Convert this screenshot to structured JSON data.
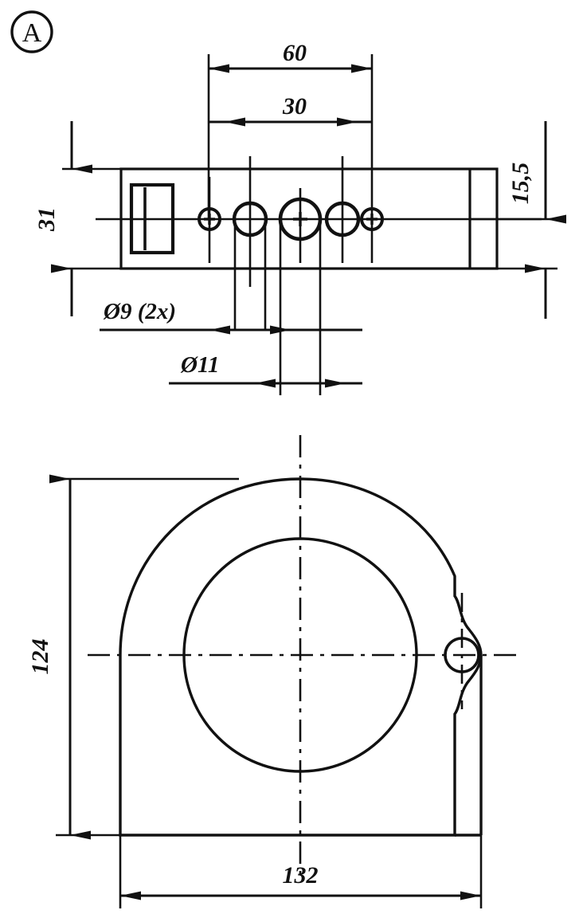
{
  "sheet": {
    "background_color": "#ffffff",
    "line_color": "#111111",
    "view_tag": "A",
    "units_note": ""
  },
  "views": {
    "top": {
      "name": "side-elevation-view",
      "dimensions": {
        "width_outer": "60",
        "width_inner": "30",
        "height_total": "31",
        "height_offset": "15,5"
      },
      "labels": {
        "hole_small": "Ø9 (2x)",
        "hole_large": "Ø11"
      }
    },
    "bottom": {
      "name": "front-plan-view",
      "dimensions": {
        "height": "124",
        "width": "132"
      }
    }
  },
  "chart_data": {
    "type": "table",
    "title": "Technical drawing dimensions",
    "categories": [
      "60",
      "30",
      "31",
      "15,5",
      "Ø9 (2x)",
      "Ø11",
      "124",
      "132"
    ],
    "values": [
      60,
      30,
      31,
      15.5,
      9,
      11,
      124,
      132
    ]
  }
}
